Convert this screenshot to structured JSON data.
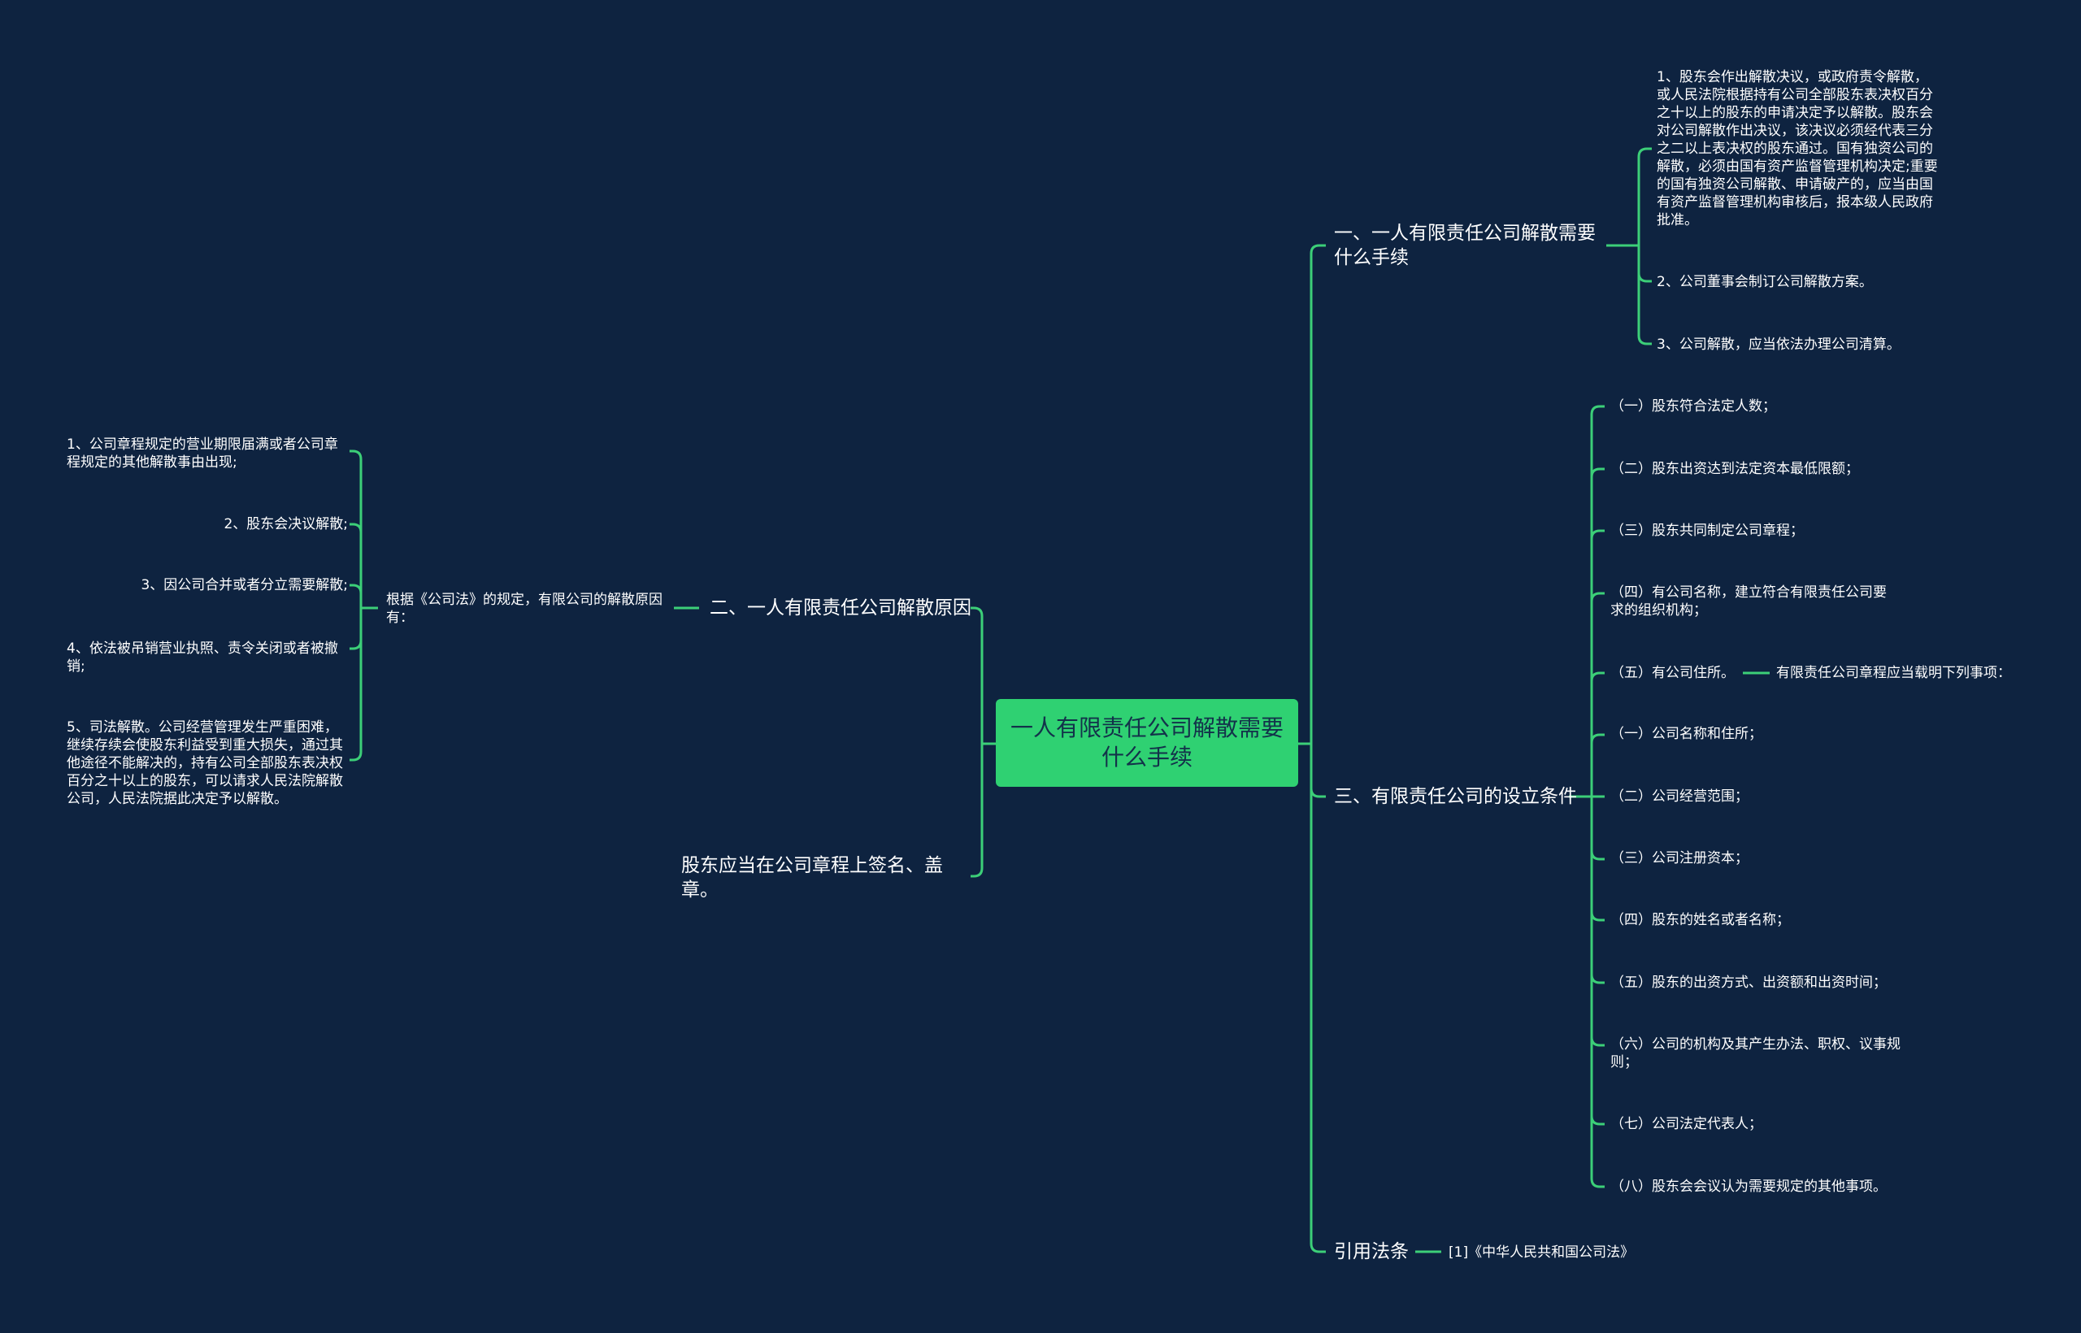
{
  "center": "一人有限责任公司解散需要什么手续",
  "right": {
    "branch1": {
      "title": "一、一人有限责任公司解散需要什么手续",
      "items": [
        "1、股东会作出解散决议，或政府责令解散，或人民法院根据持有公司全部股东表决权百分之十以上的股东的申请决定予以解散。股东会对公司解散作出决议，该决议必须经代表三分之二以上表决权的股东通过。国有独资公司的解散，必须由国有资产监督管理机构决定;重要的国有独资公司解散、申请破产的，应当由国有资产监督管理机构审核后，报本级人民政府批准。",
        "2、公司董事会制订公司解散方案。",
        "3、公司解散，应当依法办理公司清算。"
      ]
    },
    "branch3": {
      "title": "三、有限责任公司的设立条件",
      "items": [
        "（一）股东符合法定人数；",
        "（二）股东出资达到法定资本最低限额；",
        "（三）股东共同制定公司章程；",
        "（四）有公司名称，建立符合有限责任公司要求的组织机构；",
        "（五）有公司住所。",
        "（一）公司名称和住所；",
        "（二）公司经营范围；",
        "（三）公司注册资本；",
        "（四）股东的姓名或者名称；",
        "（五）股东的出资方式、出资额和出资时间；",
        "（六）公司的机构及其产生办法、职权、议事规则；",
        "（七）公司法定代表人；",
        "（八）股东会会议认为需要规定的其他事项。"
      ],
      "item5_child": "有限责任公司章程应当载明下列事项："
    },
    "citation": {
      "title": "引用法条",
      "child": "[1]《中华人民共和国公司法》"
    }
  },
  "left": {
    "branch2": {
      "title": "二、一人有限责任公司解散原因",
      "intro": "根据《公司法》的规定，有限公司的解散原因有：",
      "items": [
        "1、公司章程规定的营业期限届满或者公司章程规定的其他解散事由出现;",
        "2、股东会决议解散;",
        "3、因公司合并或者分立需要解散;",
        "4、依法被吊销营业执照、责令关闭或者被撤销;",
        "5、司法解散。公司经营管理发生严重困难，继续存续会使股东利益受到重大损失，通过其他途径不能解决的，持有公司全部股东表决权百分之十以上的股东，可以请求人民法院解散公司，人民法院据此决定予以解散。"
      ]
    },
    "signature": "股东应当在公司章程上签名、盖章。"
  },
  "colors": {
    "background": "#0e2340",
    "accent": "#2fd172",
    "line": "#3ccf78"
  }
}
